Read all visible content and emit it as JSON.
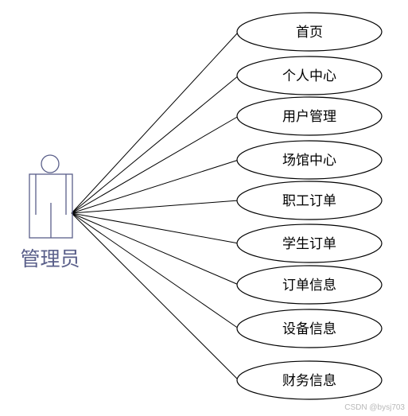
{
  "diagram": {
    "actor": {
      "label": "管理员",
      "icon": "stick-figure-actor-icon",
      "color": "#5a5f8a"
    },
    "use_cases": [
      {
        "label": "首页"
      },
      {
        "label": "个人中心"
      },
      {
        "label": "用户管理"
      },
      {
        "label": "场馆中心"
      },
      {
        "label": "职工订单"
      },
      {
        "label": "学生订单"
      },
      {
        "label": "订单信息"
      },
      {
        "label": "设备信息"
      },
      {
        "label": "财务信息"
      }
    ]
  },
  "watermark": "CSDN @bysj703"
}
